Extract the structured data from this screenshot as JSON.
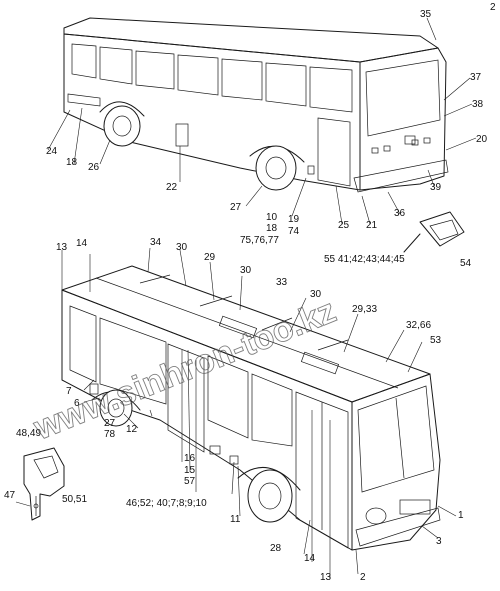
{
  "watermark": "www.sinhron-too.kz",
  "callouts": {
    "top_bus": {
      "c35": "35",
      "c37": "37",
      "c38": "38",
      "c20": "20",
      "c39": "39",
      "c36": "36",
      "c21": "21",
      "c25": "25",
      "c19": "19",
      "c74": "74",
      "c10": "10",
      "c18": "18",
      "c75_77": "75,76,77",
      "c27": "27",
      "c22": "22",
      "c26": "26",
      "c24": "24",
      "c18b": "18"
    },
    "bottom_bus": {
      "c13": "13",
      "c14": "14",
      "c34": "34",
      "c30a": "30",
      "c29": "29",
      "c30b": "30",
      "c33": "33",
      "c30c": "30",
      "c29_33": "29,33",
      "c32_66": "32,66",
      "c53": "53",
      "c7": "7",
      "c6": "6",
      "c27_78": "27",
      "c78": "78",
      "c12": "12",
      "c16": "16",
      "c15": "15",
      "c57": "57",
      "c46_10": "46;52; 40;7;8;9;10",
      "c11": "11",
      "c28": "28",
      "c14b": "14",
      "c13b": "13",
      "c2": "2",
      "c3": "3",
      "c1": "1"
    },
    "mirror_detail": {
      "c55_45": "55 41;42;43;44;45",
      "c54": "54"
    },
    "bracket_detail": {
      "c48_49": "48,49",
      "c47": "47",
      "c50_51": "50,51"
    },
    "corner": "2"
  }
}
